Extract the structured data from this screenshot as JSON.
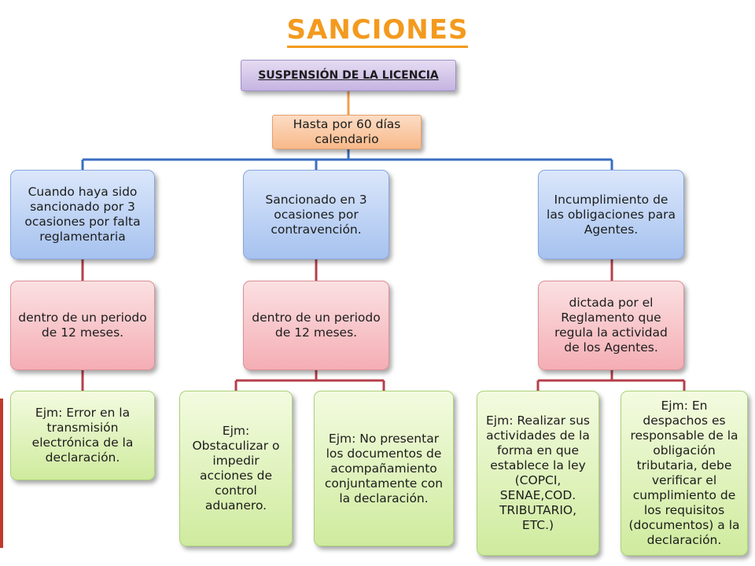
{
  "title": "SANCIONES",
  "root": "SUSPENSIÓN DE LA LICENCIA",
  "duration": "Hasta por 60 días calendario",
  "causes": [
    "Cuando haya sido sancionado por 3 ocasiones por falta reglamentaria",
    "Sancionado en 3 ocasiones por contravención.",
    "Incumplimiento de las obligaciones para Agentes."
  ],
  "conditions": [
    "dentro de un periodo de 12 meses.",
    "dentro de un periodo de 12 meses.",
    "dictada por el Reglamento que regula la actividad de los Agentes."
  ],
  "examples": [
    "Ejm: Error en la transmisión electrónica de la declaración.",
    "Ejm: Obstaculizar o impedir acciones de control aduanero.",
    "Ejm: No presentar los documentos de acompañamiento conjuntamente con la declaración.",
    "Ejm: Realizar sus actividades de la forma en que establece la ley (COPCI, SENAE,COD. TRIBUTARIO, ETC.)",
    "Ejm: En despachos es responsable de la obligación tributaria, debe verificar el cumplimiento de los requisitos (documentos) a la declaración."
  ],
  "colors": {
    "title": "#f39a1e",
    "connector_orange": "#f0a050",
    "connector_blue": "#3a6fc2",
    "connector_red": "#b5404a",
    "box_root": "#c5b4e1",
    "box_duration": "#f8b98a",
    "box_cause": "#a6c2ef",
    "box_condition": "#f4aeb4",
    "box_example": "#cfeb9e"
  }
}
